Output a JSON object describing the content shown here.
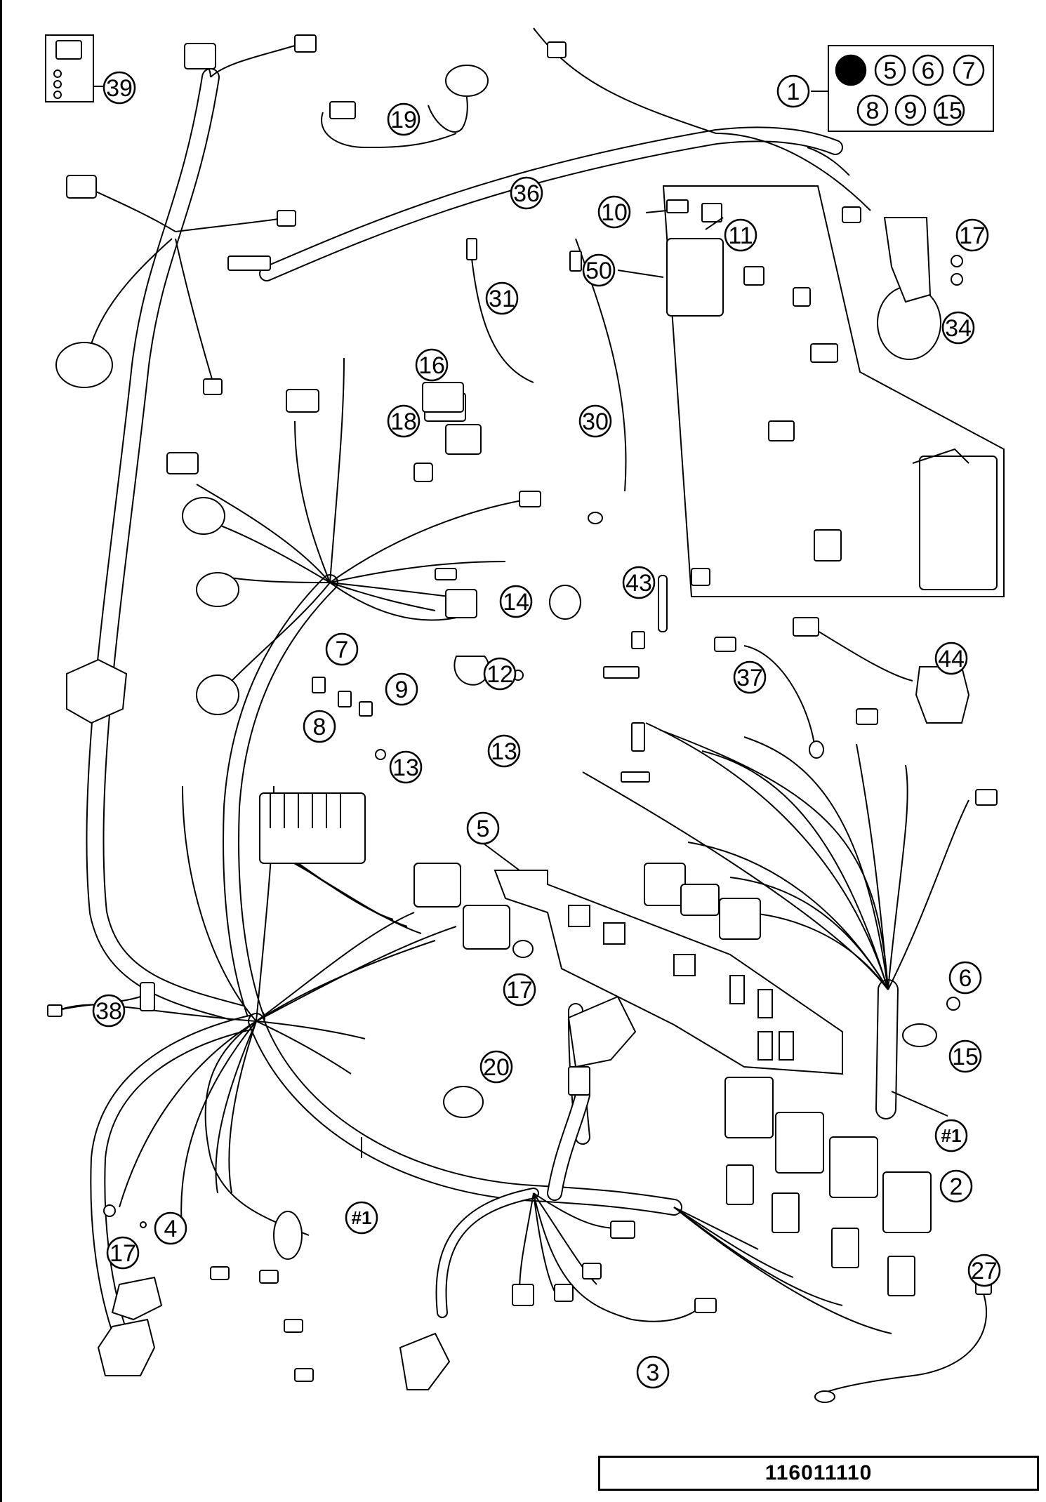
{
  "diagram": {
    "part_number": "116011110",
    "callouts": [
      {
        "id": "c1",
        "text": "1"
      },
      {
        "id": "c39",
        "text": "39"
      },
      {
        "id": "c19",
        "text": "19"
      },
      {
        "id": "c36",
        "text": "36"
      },
      {
        "id": "c10",
        "text": "10"
      },
      {
        "id": "c11",
        "text": "11"
      },
      {
        "id": "c50",
        "text": "50"
      },
      {
        "id": "c17a",
        "text": "17"
      },
      {
        "id": "c34",
        "text": "34"
      },
      {
        "id": "c31",
        "text": "31"
      },
      {
        "id": "c16",
        "text": "16"
      },
      {
        "id": "c18",
        "text": "18"
      },
      {
        "id": "c30",
        "text": "30"
      },
      {
        "id": "c14",
        "text": "14"
      },
      {
        "id": "c43",
        "text": "43"
      },
      {
        "id": "c7",
        "text": "7"
      },
      {
        "id": "c9",
        "text": "9"
      },
      {
        "id": "c8",
        "text": "8"
      },
      {
        "id": "c12",
        "text": "12"
      },
      {
        "id": "c13a",
        "text": "13"
      },
      {
        "id": "c13b",
        "text": "13"
      },
      {
        "id": "c37",
        "text": "37"
      },
      {
        "id": "c44",
        "text": "44"
      },
      {
        "id": "c5",
        "text": "5"
      },
      {
        "id": "c6",
        "text": "6"
      },
      {
        "id": "c15",
        "text": "15"
      },
      {
        "id": "c17b",
        "text": "17"
      },
      {
        "id": "c38",
        "text": "38"
      },
      {
        "id": "c20",
        "text": "20"
      },
      {
        "id": "c1b",
        "text": "#1"
      },
      {
        "id": "c2",
        "text": "2"
      },
      {
        "id": "c4",
        "text": "4"
      },
      {
        "id": "c17c",
        "text": "17"
      },
      {
        "id": "c1c",
        "text": "#1"
      },
      {
        "id": "c3",
        "text": "3"
      },
      {
        "id": "c27",
        "text": "27"
      }
    ],
    "kit_box": {
      "items": [
        "#1",
        "5",
        "6",
        "7",
        "8",
        "9",
        "15"
      ]
    }
  }
}
